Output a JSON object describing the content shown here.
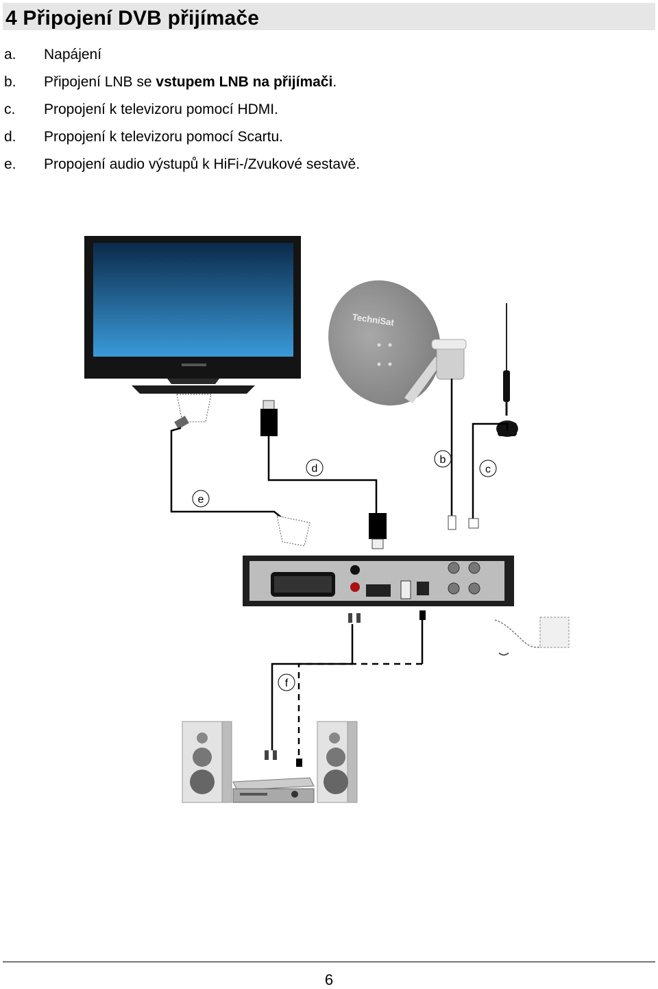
{
  "heading": {
    "title": "4 Připojení DVB přijímače"
  },
  "items": [
    {
      "letter": "a.",
      "text": "Napájení"
    },
    {
      "letter": "b.",
      "pre": "Připojení LNB se ",
      "bold": "vstupem LNB na přijímači",
      "post": "."
    },
    {
      "letter": "c.",
      "text": "Propojení k televizoru pomocí HDMI."
    },
    {
      "letter": "d.",
      "text": "Propojení k televizoru pomocí Scartu."
    },
    {
      "letter": "e.",
      "text": "Propojení audio výstupů k HiFi-/Zvukové sestavě."
    }
  ],
  "figure": {
    "labels": {
      "d": "d",
      "b": "b",
      "c": "c",
      "e": "e",
      "f": "f"
    },
    "dish_logo": "TechniSat"
  },
  "footer": {
    "page_number": "6"
  },
  "colors": {
    "title_bar": "#e6e6e6",
    "tv_screen_top": "#0b2a4a",
    "tv_screen_bottom": "#3a9ad9",
    "dish": "#8c8c8c"
  }
}
